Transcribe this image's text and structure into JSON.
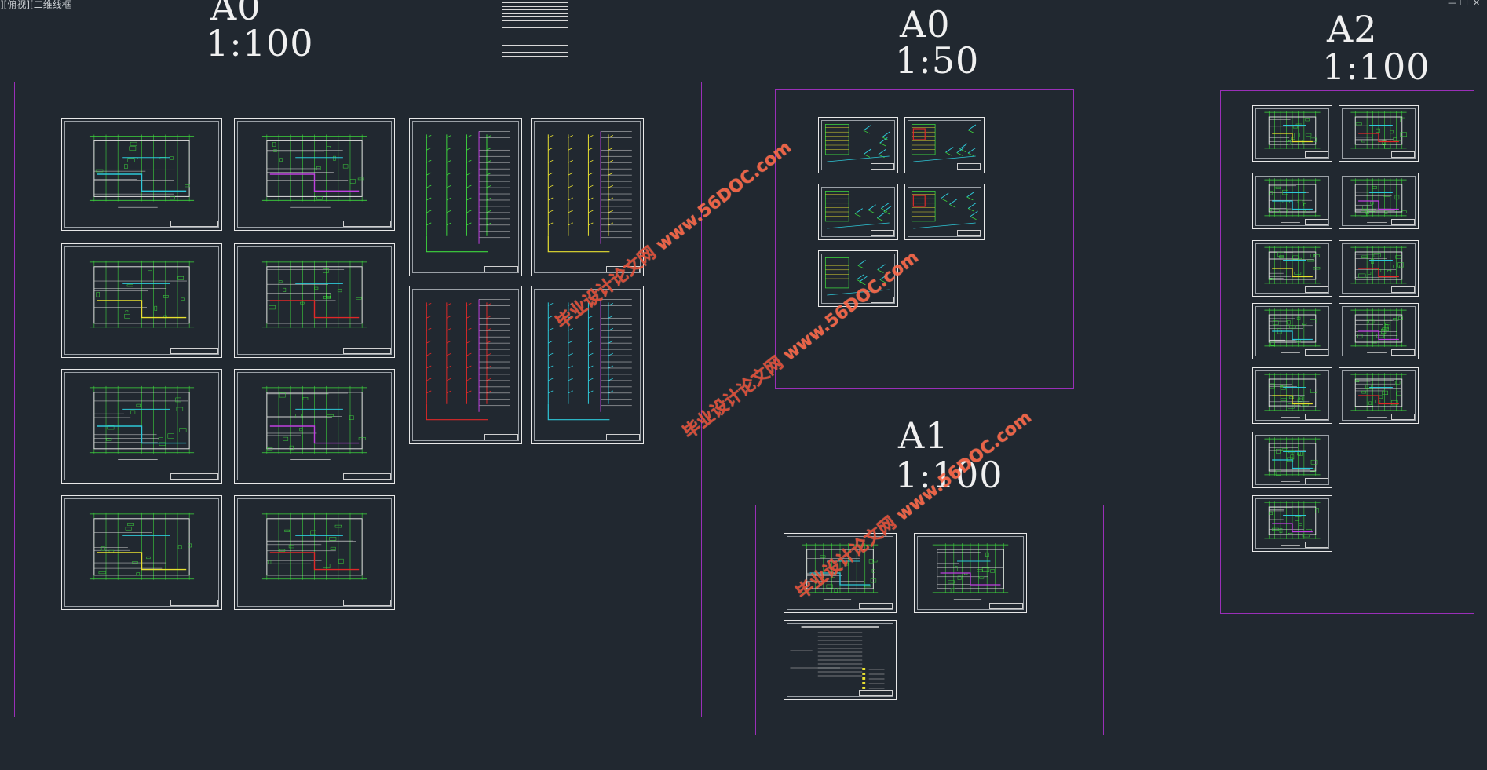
{
  "viewport": {
    "label": "][俯视][二维线框",
    "controls": {
      "minimize": "—",
      "restore": "❐",
      "close": "✕"
    }
  },
  "groups": [
    {
      "id": "a0-100",
      "size": "A0",
      "scale": "1:100"
    },
    {
      "id": "a0-50",
      "size": "A0",
      "scale": "1:50"
    },
    {
      "id": "a1-100",
      "size": "A1",
      "scale": "1:100"
    },
    {
      "id": "a2-100",
      "size": "A2",
      "scale": "1:100"
    }
  ],
  "watermarks": [
    {
      "site": "毕业设计论文网",
      "url": "www.56DOC.com"
    },
    {
      "site": "毕业设计论文网",
      "url": "www.56DOC.com"
    },
    {
      "site": "毕业设计论文网",
      "url": "www.56DOC.com"
    }
  ],
  "colors": {
    "background": "#212830",
    "frame": "#9a2fb8",
    "sheet_border": "#e8e8e8",
    "cad_green": "#3dd63d",
    "cad_cyan": "#2ec8d8",
    "cad_red": "#e02828",
    "cad_yellow": "#e8e030",
    "cad_magenta": "#c040e0",
    "watermark": "#e8523a"
  }
}
